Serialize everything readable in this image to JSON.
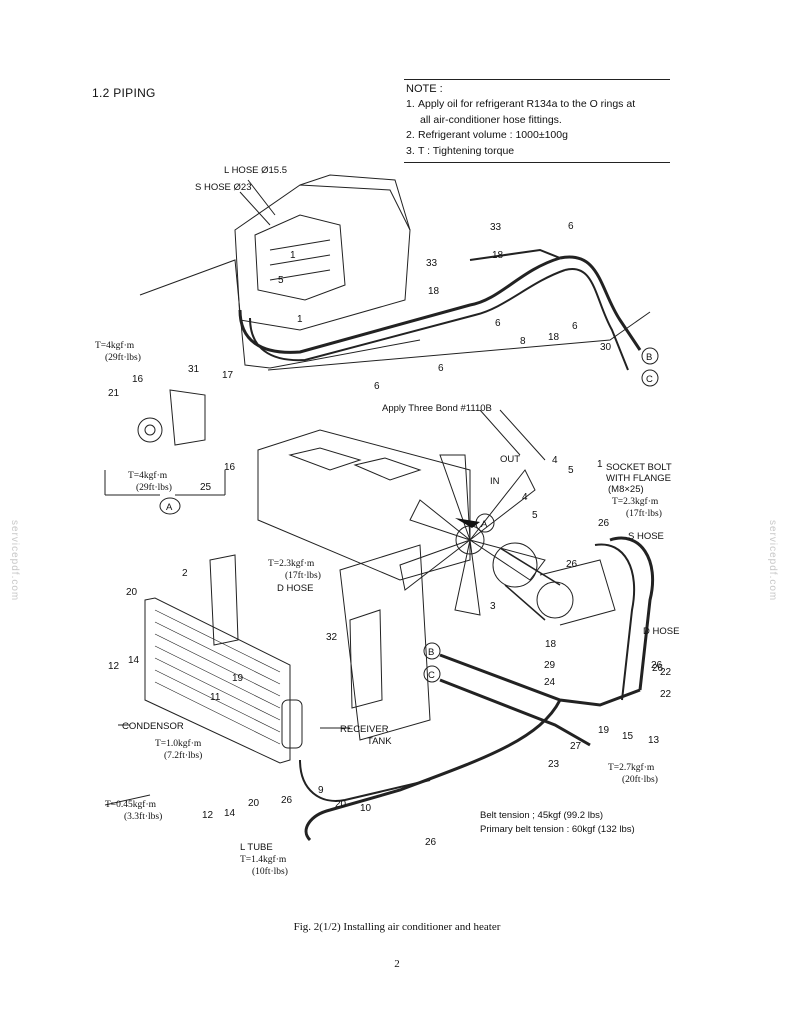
{
  "section_title": "1.2 PIPING",
  "note": {
    "title": "NOTE :",
    "items": [
      {
        "n": "1.",
        "text": "Apply oil for refrigerant R134a to the O rings at",
        "cont": "all air-conditioner hose fittings."
      },
      {
        "n": "2.",
        "text": "Refrigerant volume : 1000±100g",
        "cont": ""
      },
      {
        "n": "3.",
        "text": "T : Tightening torque",
        "cont": ""
      }
    ]
  },
  "labels": {
    "l_hose": "L HOSE Ø15.5",
    "s_hose_top": "S HOSE Ø23",
    "torque_top_left_1": "T=4kgf·m",
    "torque_top_left_2": "(29ft·lbs)",
    "detail_torque_1": "T=4kgf·m",
    "detail_torque_2": "(29ft·lbs)",
    "detail_marker": "A",
    "three_bond": "Apply Three Bond #1110B",
    "out": "OUT",
    "in": "IN",
    "socket_1": "SOCKET BOLT",
    "socket_2": "WITH FLANGE",
    "socket_3": "(M8×25)",
    "socket_t1": "T=2.3kgf·m",
    "socket_t2": "(17ft·lbs)",
    "s_hose_right": "S HOSE",
    "d_hose_right": "D HOSE",
    "d_hose_t1": "T=2.3kgf·m",
    "d_hose_t2": "(17ft·lbs)",
    "d_hose_mid": "D HOSE",
    "condensor": "CONDENSOR",
    "condensor_t1": "T=1.0kgf·m",
    "condensor_t2": "(7.2ft·lbs)",
    "receiver_1": "RECEIVER",
    "receiver_2": "TANK",
    "low_t1": "T=0.45kgf·m",
    "low_t2": "(3.3ft·lbs)",
    "l_tube": "L TUBE",
    "l_tube_t1": "T=1.4kgf·m",
    "l_tube_t2": "(10ft·lbs)",
    "right_t1": "T=2.7kgf·m",
    "right_t2": "(20ft·lbs)",
    "belt_1": "Belt tension ; 45kgf (99.2 lbs)",
    "belt_2": "Primary belt tension : 60kgf (132 lbs)",
    "marker_a": "A",
    "marker_b": "B",
    "marker_c": "C"
  },
  "callouts": [
    "1",
    "5",
    "33",
    "18",
    "6",
    "33",
    "18",
    "6",
    "8",
    "18",
    "6",
    "30",
    "1",
    "6",
    "6",
    "31",
    "17",
    "21",
    "16",
    "16",
    "25",
    "4",
    "5",
    "1",
    "4",
    "5",
    "26",
    "26",
    "3",
    "2",
    "20",
    "14",
    "12",
    "19",
    "11",
    "32",
    "18",
    "29",
    "24",
    "22",
    "22",
    "26",
    "19",
    "15",
    "13",
    "27",
    "23",
    "9",
    "20",
    "10",
    "26",
    "12",
    "14",
    "20",
    "26",
    "26"
  ],
  "caption": "Fig. 2(1/2)   Installing air conditioner and heater",
  "page_number": "2",
  "watermark": "servicepdf.com"
}
